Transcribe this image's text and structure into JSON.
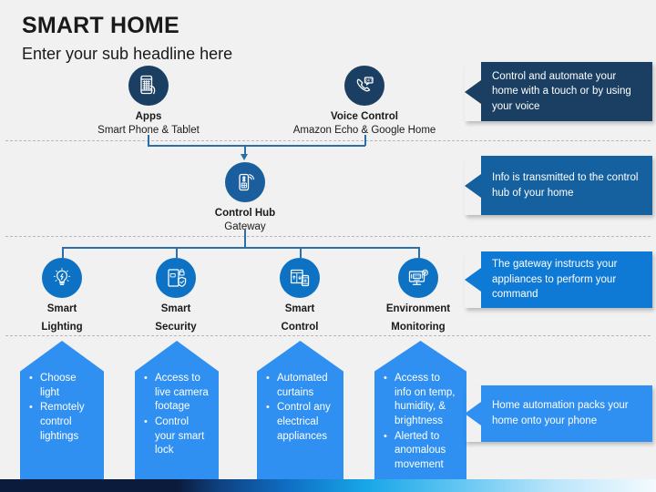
{
  "header": {
    "title": "SMART HOME",
    "subtitle": "Enter your sub headline here"
  },
  "sources": [
    {
      "icon": "smartphone-app-icon",
      "label": "Apps",
      "sublabel": "Smart Phone & Tablet"
    },
    {
      "icon": "voice-call-24-7-icon",
      "label": "Voice Control",
      "sublabel": "Amazon Echo & Google Home"
    }
  ],
  "hub": {
    "icon": "remote-control-wifi-icon",
    "label": "Control Hub",
    "sublabel": "Gateway"
  },
  "categories": [
    {
      "icon": "lightbulb-smart-icon",
      "line1": "Smart",
      "line2": "Lighting"
    },
    {
      "icon": "door-lock-shield-icon",
      "line1": "Smart",
      "line2": "Security"
    },
    {
      "icon": "window-blinds-icon",
      "line1": "Smart",
      "line2": "Control"
    },
    {
      "icon": "eco-monitor-icon",
      "line1": "Environment",
      "line2": "Monitoring"
    }
  ],
  "feature_boxes": [
    {
      "bullets": [
        "Choose light",
        "Remotely control lightings"
      ]
    },
    {
      "bullets": [
        "Access to live camera footage",
        "Control your smart lock"
      ]
    },
    {
      "bullets": [
        "Automated curtains",
        "Control any electrical appliances"
      ]
    },
    {
      "bullets": [
        "Access to info on temp, humidity, & brightness",
        "Alerted to anomalous movement"
      ]
    }
  ],
  "callouts": [
    {
      "text": "Control and automate your home with a touch or by using your voice",
      "color": "#1a3f63"
    },
    {
      "text": "Info is transmitted to the control hub of your home",
      "color": "#15609f"
    },
    {
      "text": "The gateway instructs your appliances to perform your command",
      "color": "#0f7ad6"
    },
    {
      "text": "Home automation packs your home onto your phone",
      "color": "#2f90f2"
    }
  ],
  "colors": {
    "background": "#f1f1f1",
    "dark_navy": "#1a3f63",
    "hub_blue": "#1a5e9e",
    "category_blue": "#0d72c4",
    "bright_blue": "#2f90f2",
    "connector": "#2a6fa8",
    "dashed_rule": "#b8b8b8",
    "text": "#1a1a1a"
  }
}
